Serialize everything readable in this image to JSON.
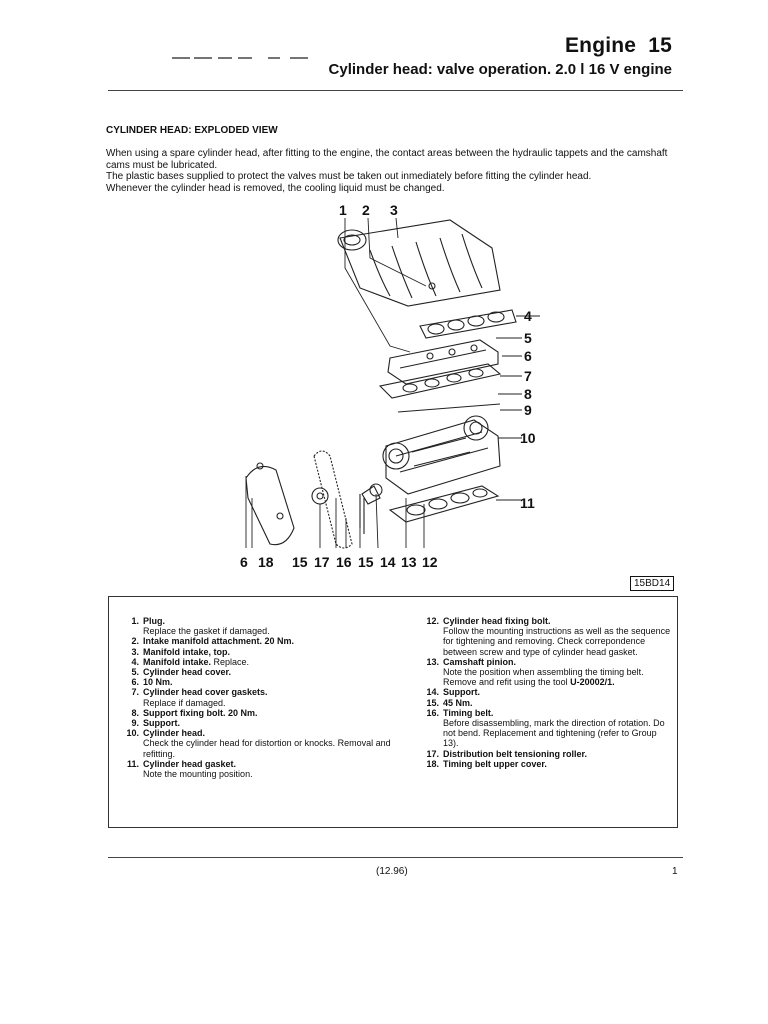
{
  "header": {
    "title": "Engine  15",
    "subtitle": "Cylinder head: valve operation. 2.0 l 16 V engine"
  },
  "section_title": "CYLINDER HEAD: EXPLODED VIEW",
  "intro": [
    "When using a spare cylinder head, after fitting to the engine, the contact areas between the hydraulic tappets and the camshaft cams must be lubricated.",
    "The plastic bases supplied to protect the valves must be taken out inmediately before fitting the cylinder head.",
    "Whenever the cylinder head is removed, the cooling liquid must be changed."
  ],
  "diagram": {
    "top_callouts": [
      "1",
      "2",
      "3"
    ],
    "right_callouts": [
      "4",
      "5",
      "6",
      "7",
      "8",
      "9",
      "10",
      "11"
    ],
    "bottom_callouts": [
      "6",
      "18",
      "15",
      "17",
      "16",
      "15",
      "14",
      "13",
      "12"
    ],
    "figure_ref": "15BD14"
  },
  "legend": {
    "left": [
      {
        "num": "1.",
        "label": "Plug.",
        "note": "Replace the gasket if damaged."
      },
      {
        "num": "2.",
        "label": "Intake manifold attachment. 20 Nm.",
        "note": ""
      },
      {
        "num": "3.",
        "label": "Manifold intake, top.",
        "note": ""
      },
      {
        "num": "4.",
        "label": "Manifold intake.",
        "note": "Replace.",
        "inline": true
      },
      {
        "num": "5.",
        "label": "Cylinder head cover.",
        "note": ""
      },
      {
        "num": "6.",
        "label": "10 Nm.",
        "note": ""
      },
      {
        "num": "7.",
        "label": "Cylinder head cover gaskets.",
        "note": "Replace if damaged."
      },
      {
        "num": "8.",
        "label": "Support fixing bolt. 20 Nm.",
        "note": ""
      },
      {
        "num": "9.",
        "label": "Support.",
        "note": ""
      },
      {
        "num": "10.",
        "label": "Cylinder head.",
        "note": "Check the cylinder head for distortion or knocks. Removal and refitting."
      },
      {
        "num": "11.",
        "label": "Cylinder head gasket.",
        "note": "Note the mounting position."
      }
    ],
    "right": [
      {
        "num": "12.",
        "label": "Cylinder head fixing bolt.",
        "note": "Follow the mounting instructions as well as the sequence for tightening and removing. Check correpondence between screw and type of cylinder head gasket."
      },
      {
        "num": "13.",
        "label": "Camshaft pinion.",
        "note": "Note the position when assembling the timing belt. Remove and refit using the tool",
        "tool": "U-20002/1."
      },
      {
        "num": "14.",
        "label": "Support.",
        "note": ""
      },
      {
        "num": "15.",
        "label": "45 Nm.",
        "note": ""
      },
      {
        "num": "16.",
        "label": "Timing belt.",
        "note": "Before disassembling, mark the direction of rotation. Do not bend. Replacement and tightening (refer to Group 13)."
      },
      {
        "num": "17.",
        "label": "Distribution belt tensioning roller.",
        "note": ""
      },
      {
        "num": "18.",
        "label": "Timing belt upper cover.",
        "note": ""
      }
    ]
  },
  "footer": {
    "date": "(12.96)",
    "page": "1"
  }
}
